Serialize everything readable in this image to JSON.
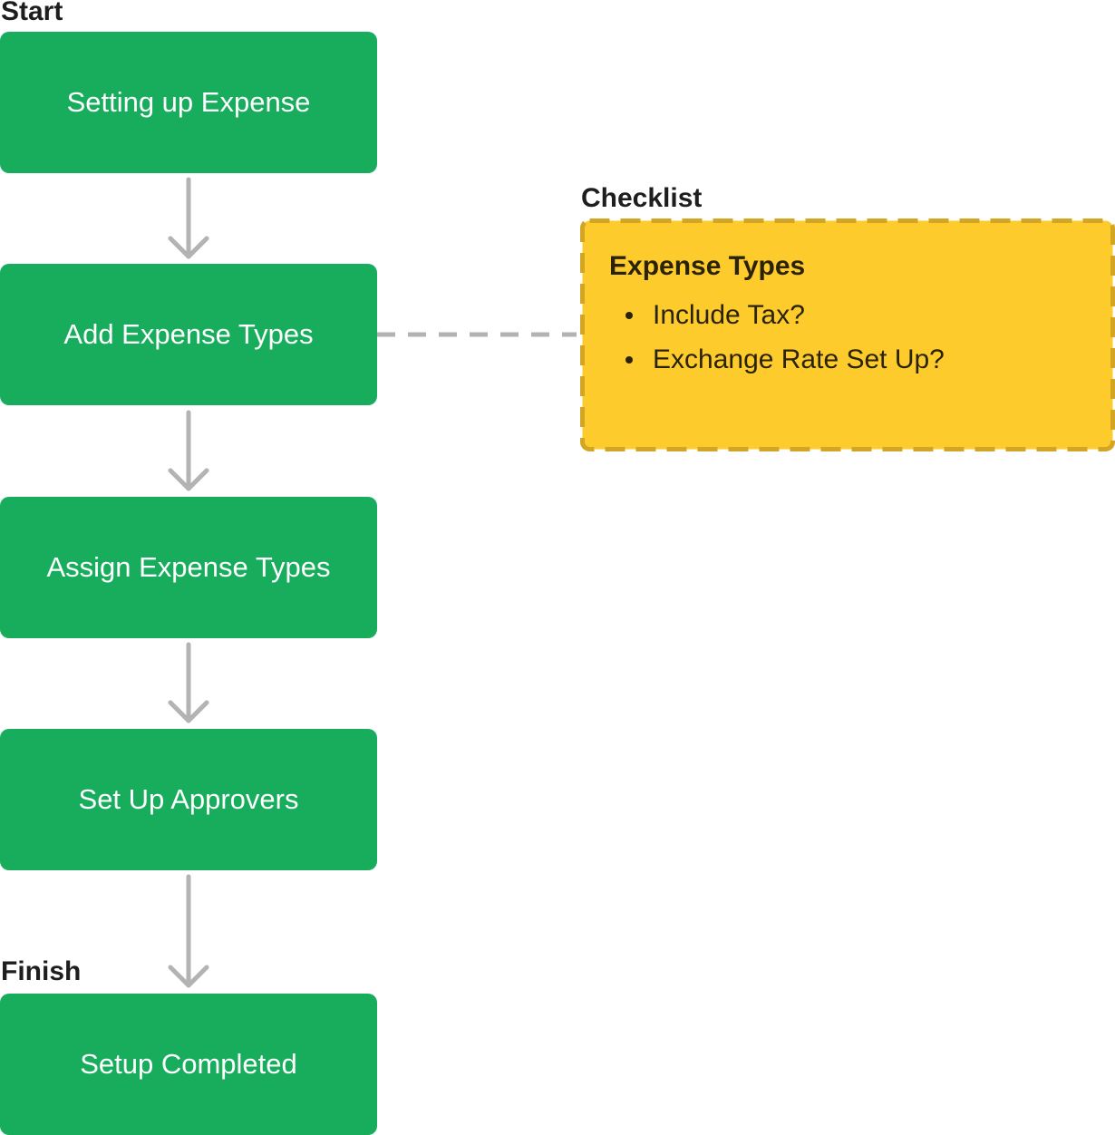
{
  "labels": {
    "start": "Start",
    "finish": "Finish",
    "checklist": "Checklist"
  },
  "steps": [
    {
      "label": "Setting up Expense"
    },
    {
      "label": "Add Expense Types"
    },
    {
      "label": "Assign Expense Types"
    },
    {
      "label": "Set Up Approvers"
    },
    {
      "label": "Setup Completed"
    }
  ],
  "checklist": {
    "heading": "Expense Types",
    "items": [
      "Include Tax?",
      "Exchange Rate Set Up?"
    ]
  },
  "colors": {
    "step_fill": "#17ad5c",
    "step_text": "#ffffff",
    "checklist_fill": "#fdcb2c",
    "checklist_border": "#d2a524",
    "arrow": "#b3b3b3",
    "label_text": "#1e1e1e"
  }
}
